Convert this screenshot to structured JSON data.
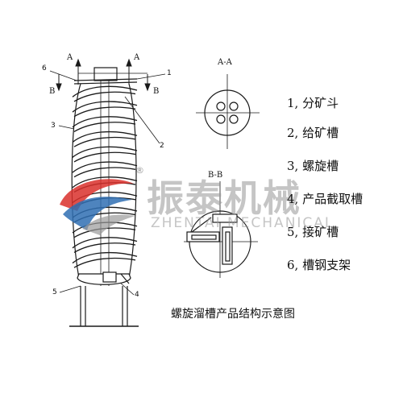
{
  "section_labels": {
    "a_left": "A",
    "a_right": "A",
    "b_left": "B",
    "b_right": "B",
    "section_aa": "A-A",
    "section_bb": "B-B"
  },
  "callouts": [
    "1",
    "2",
    "3",
    "4",
    "5",
    "6"
  ],
  "legend": [
    "1, 分矿斗",
    "2, 给矿槽",
    "3, 螺旋槽",
    "4, 产品截取槽",
    "5, 接矿槽",
    "6, 槽钢支架"
  ],
  "caption": "螺旋溜槽产品结构示意图",
  "watermark": {
    "registered": "®",
    "name": "振泰机械",
    "name_en": "ZHENTAI MECHANICAL"
  },
  "colors": {
    "line": "#1a1a1a",
    "logo_red": "#d9302b",
    "logo_blue": "#2f6fb3",
    "watermark_gray": "#9a9a9a"
  }
}
